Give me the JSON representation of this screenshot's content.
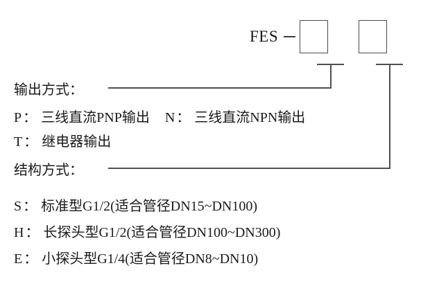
{
  "model_code": {
    "prefix": "FES",
    "separator": "—",
    "slots": [
      {
        "name": "output-method-slot",
        "value": ""
      },
      {
        "name": "structure-type-slot",
        "value": ""
      }
    ]
  },
  "groups": [
    {
      "id": "output",
      "label": "输出方式：",
      "options": [
        {
          "key": "P",
          "sep": "：",
          "text": "三线直流PNP输出"
        },
        {
          "key": "N",
          "sep": "：",
          "text": "三线直流NPN输出"
        },
        {
          "key": "T",
          "sep": "：",
          "text": "继电器输出"
        }
      ]
    },
    {
      "id": "structure",
      "label": "结构方式：",
      "options": [
        {
          "key": "S",
          "sep": "：",
          "text": "标准型G1/2(适合管径DN15~DN100)"
        },
        {
          "key": "H",
          "sep": "：",
          "text": "长探头型G1/2(适合管径DN100~DN300)"
        },
        {
          "key": "E",
          "sep": "：",
          "text": "小探头型G1/4(适合管径DN8~DN10)"
        }
      ]
    }
  ],
  "colors": {
    "background": "#ffffff",
    "text": "#1a1a1a",
    "line": "#4e4e4e",
    "box_border": "#4a4a4a"
  }
}
